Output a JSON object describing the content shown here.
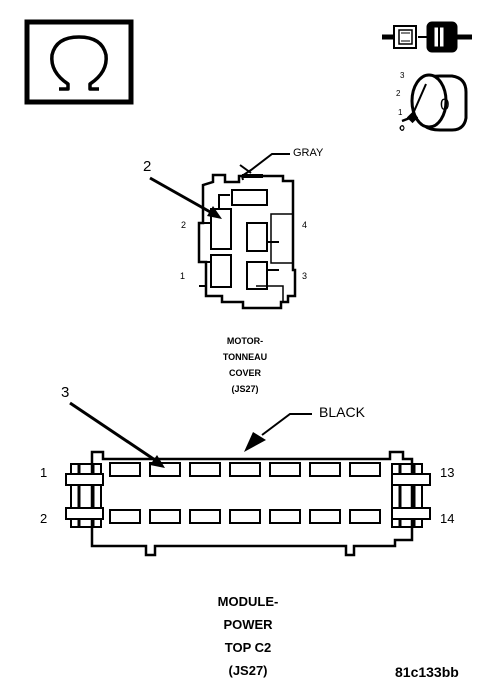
{
  "connector_top": {
    "callout": "2",
    "wire_color": "GRAY",
    "pins": {
      "p1": "1",
      "p2": "2",
      "p3": "3",
      "p4": "4"
    },
    "caption": [
      "MOTOR-",
      "TONNEAU",
      "COVER",
      "(JS27)"
    ]
  },
  "connector_bottom": {
    "callout": "3",
    "wire_color": "BLACK",
    "pins": {
      "top_left": "1",
      "bottom_left": "2",
      "top_right": "13",
      "bottom_right": "14"
    },
    "caption": [
      "MODULE-",
      "POWER",
      "TOP C2",
      "(JS27)"
    ]
  },
  "ignition": {
    "positions": {
      "p0": "0",
      "p1": "1",
      "p2": "2",
      "p3": "3"
    },
    "key_label": "0"
  },
  "figure_id": "81c133bb"
}
